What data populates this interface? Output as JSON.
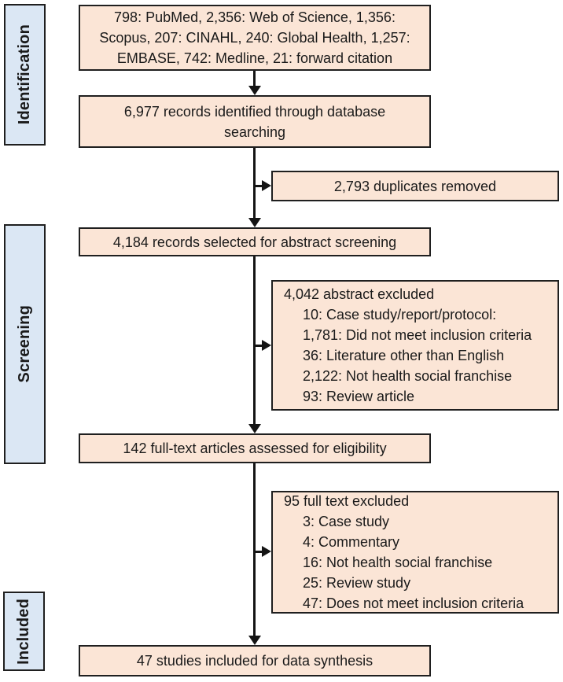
{
  "colors": {
    "flow_box_fill": "#fbe5d6",
    "stage_box_fill": "#dbe7f4",
    "border": "#1f1f1f",
    "arrow": "#141414",
    "background": "#ffffff",
    "text": "#1a1a1a"
  },
  "stages": {
    "identification": "Identification",
    "screening": "Screening",
    "included": "Included"
  },
  "flow": {
    "db_sources": {
      "lines": [
        "798: PubMed, 2,356: Web of Science, 1,356:",
        "Scopus, 207: CINAHL, 240: Global Health, 1,257:",
        "EMBASE, 742: Medline, 21: forward citation"
      ]
    },
    "records_identified": {
      "lines": [
        "6,977 records identified through database",
        "searching"
      ]
    },
    "duplicates_removed": {
      "text": "2,793 duplicates removed"
    },
    "records_selected": {
      "text": "4,184 records selected for abstract screening"
    },
    "abstract_excluded": {
      "title": "4,042 abstract excluded",
      "items": [
        "10: Case study/report/protocol:",
        "1,781: Did not meet inclusion criteria",
        "36: Literature other than English",
        "2,122: Not health social franchise",
        "93: Review article"
      ]
    },
    "fulltext_assessed": {
      "text": "142 full-text articles assessed for eligibility"
    },
    "fulltext_excluded": {
      "title": "95 full text excluded",
      "items": [
        "3: Case study",
        "4: Commentary",
        "16: Not health social franchise",
        "25: Review study",
        "47: Does not meet inclusion criteria"
      ]
    },
    "included_synthesis": {
      "text": "47 studies included for data synthesis"
    }
  }
}
